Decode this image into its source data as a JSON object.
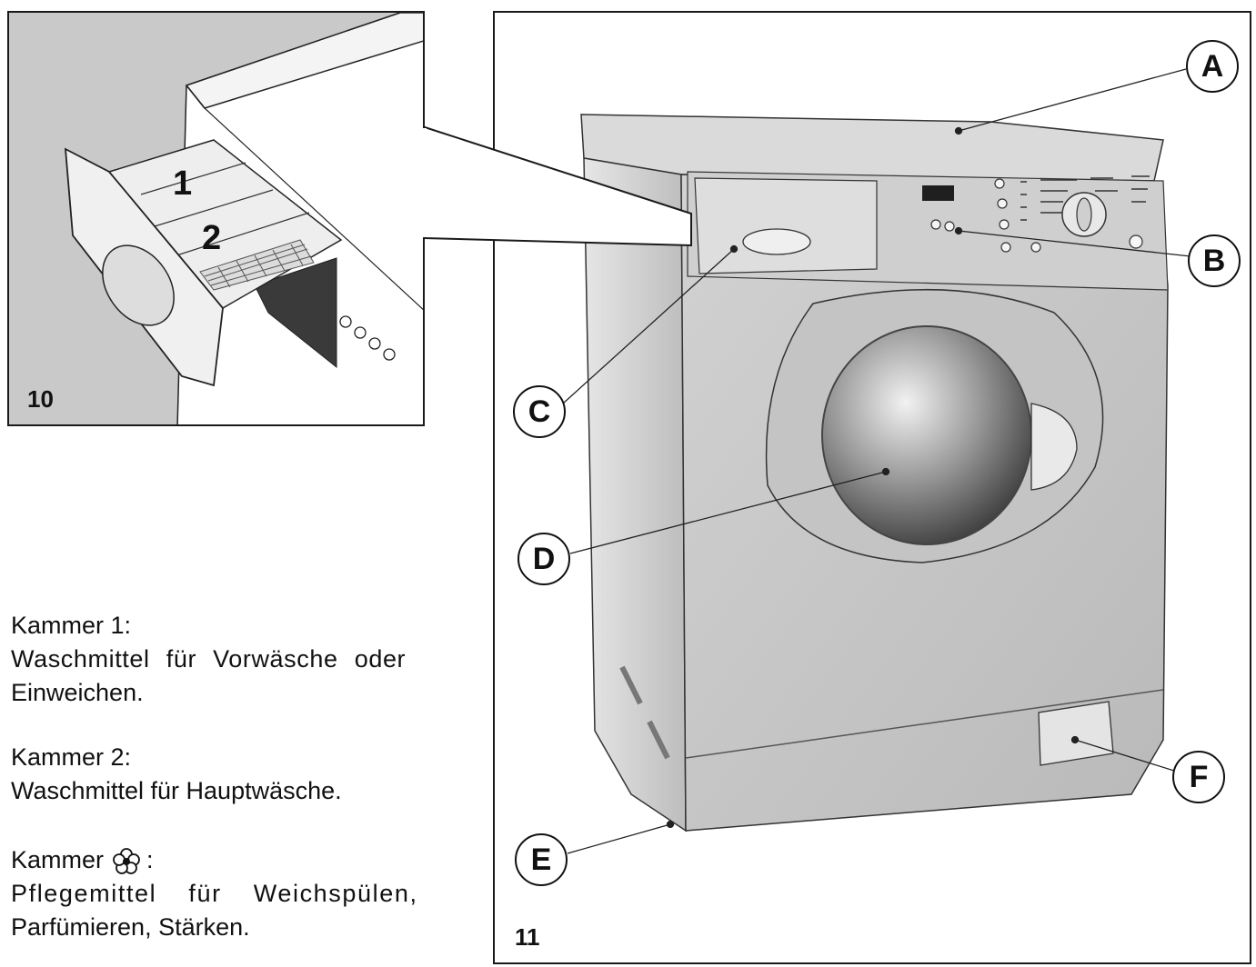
{
  "figure10": {
    "number": "10",
    "compartment_labels": [
      "1",
      "2"
    ]
  },
  "figure11": {
    "number": "11",
    "callouts": [
      "A",
      "B",
      "C",
      "D",
      "E",
      "F"
    ]
  },
  "compartments": [
    {
      "heading": "Kammer 1:",
      "lines": [
        "Waschmittel für Vorwäsche oder",
        "Einweichen."
      ]
    },
    {
      "heading": "Kammer 2:",
      "lines": [
        "Waschmittel für Hauptwäsche."
      ]
    },
    {
      "heading_prefix": "Kammer",
      "heading_icon": "flower-icon",
      "heading_suffix": ":",
      "lines": [
        "Pflegemittel für Weichspülen,",
        "Parfümieren, Stärken."
      ]
    }
  ]
}
